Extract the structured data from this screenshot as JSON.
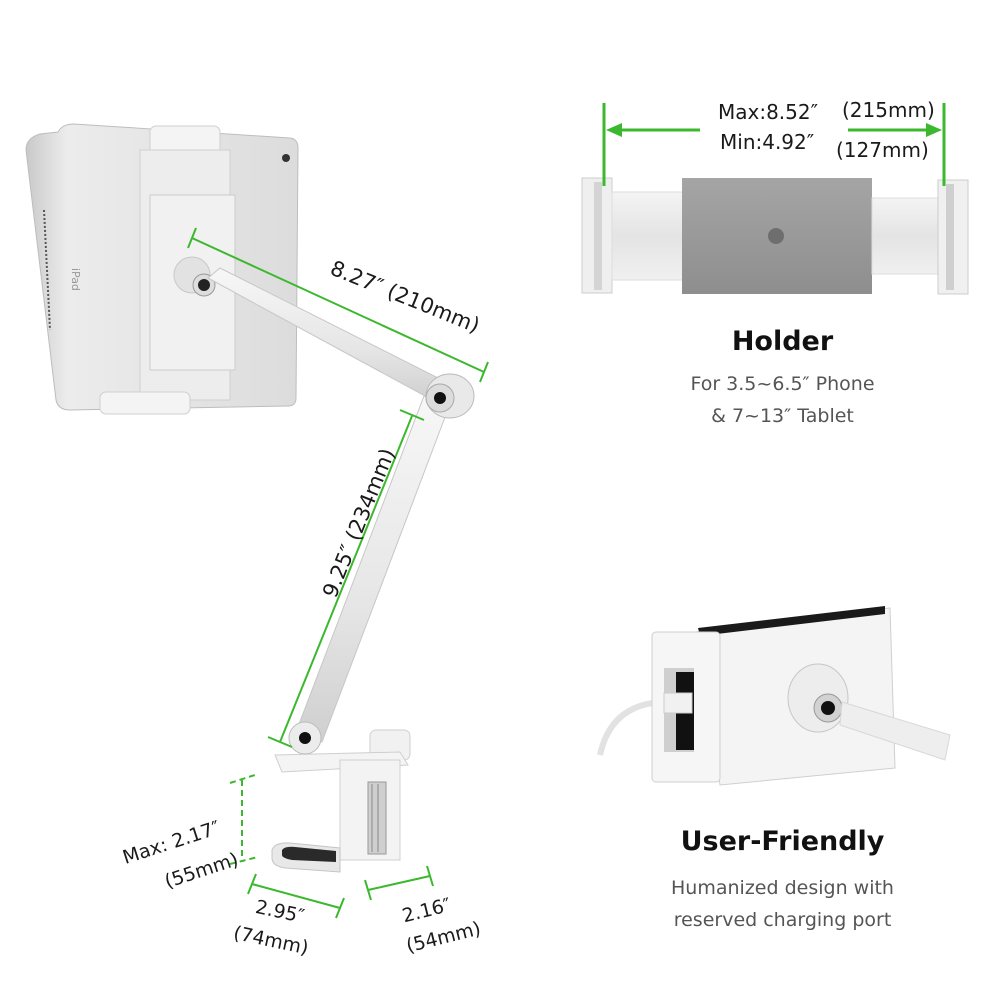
{
  "colors": {
    "accent_green": "#3cb82e",
    "title_text": "#111111",
    "subtitle_text": "#555555",
    "holder_center": "#9a9a9a",
    "product_white": "#f2f2f2",
    "background": "#ffffff"
  },
  "main_product": {
    "arm_upper": {
      "label": "8.27″ (210mm)"
    },
    "arm_lower": {
      "label": "9.25″ (234mm)"
    },
    "clamp_height": {
      "line1": "Max: 2.17″",
      "line2": "(55mm)"
    },
    "clamp_width": {
      "line1": "2.95″",
      "line2": "(74mm)"
    },
    "clamp_depth": {
      "line1": "2.16″",
      "line2": "(54mm)"
    },
    "tablet_brand_text": "iPad"
  },
  "holder_feature": {
    "range_max": "Max:8.52″",
    "range_max_mm": "(215mm)",
    "range_min": "Min:4.92″",
    "range_min_mm": "(127mm)",
    "title": "Holder",
    "subtitle_line1": "For 3.5~6.5″ Phone",
    "subtitle_line2": "& 7~13″ Tablet"
  },
  "user_friendly_feature": {
    "title": "User-Friendly",
    "subtitle_line1": "Humanized design with",
    "subtitle_line2": "reserved charging port"
  }
}
